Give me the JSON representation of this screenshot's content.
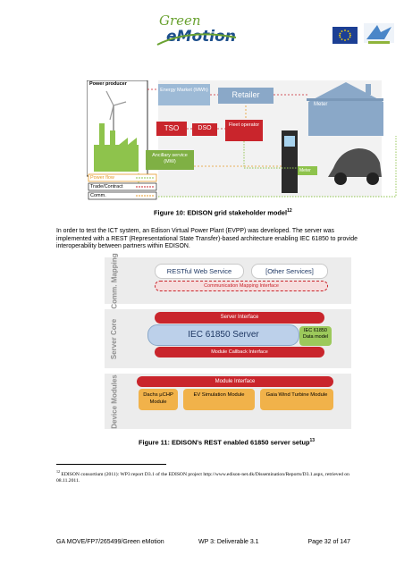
{
  "header": {
    "logo_line1": "Green",
    "logo_line2": "eMotion"
  },
  "figure10": {
    "power_producer": "Power producer",
    "energy_market": "Energy Market (MWh)",
    "retailer": "Retailer",
    "meter_top": "Meter",
    "tso": "TSO",
    "dso": "DSO",
    "fleet_operator": "Fleet operator",
    "ancillary": "Ancillary service (MW)",
    "meter_mid": "Meter",
    "legend": [
      "Power flow",
      "Trade/Contract",
      "Comm."
    ],
    "caption": "Figure 10: EDISON grid stakeholder model",
    "caption_sup": "12"
  },
  "paragraph": "In order to test the ICT system, an Edison Virtual Power Plant (EVPP) was developed. The server was implemented with a REST (Representational State Transfer)-based architecture enabling IEC 61850 to provide interoperability between partners within EDISON.",
  "figure11": {
    "section_comm": "Comm. Mapping",
    "restful": "RESTful Web Service",
    "other_services": "[Other Services]",
    "comm_interface": "Communication Mapping Interface",
    "section_core": "Server Core",
    "server_interface": "Server Interface",
    "iec_server": "IEC 61850 Server",
    "data_model": "IEC 61850 Data model",
    "module_callback": "Module Callback Interface",
    "section_device": "Device Modules",
    "module_interface": "Module Interface",
    "dachs": "Dachs μCHP Module",
    "ev_sim": "EV Simulation Module",
    "gaia": "Gaia Wind Turbine Module",
    "caption": "Figure 11: EDISON's REST enabled 61850 server setup",
    "caption_sup": "13"
  },
  "footnote": {
    "number": "12",
    "text": "EDISON consortium (2011): WP3 report D3.1 of the EDISON project http://www.edison-net.dk/Dissemination/Reports/D3.1.aspx, retrieved on 08.11.2011."
  },
  "footer": {
    "left": "GA MOVE/FP7/265499/Green eMotion",
    "middle": "WP 3: Deliverable 3.1",
    "right": "Page 32 of 147"
  }
}
